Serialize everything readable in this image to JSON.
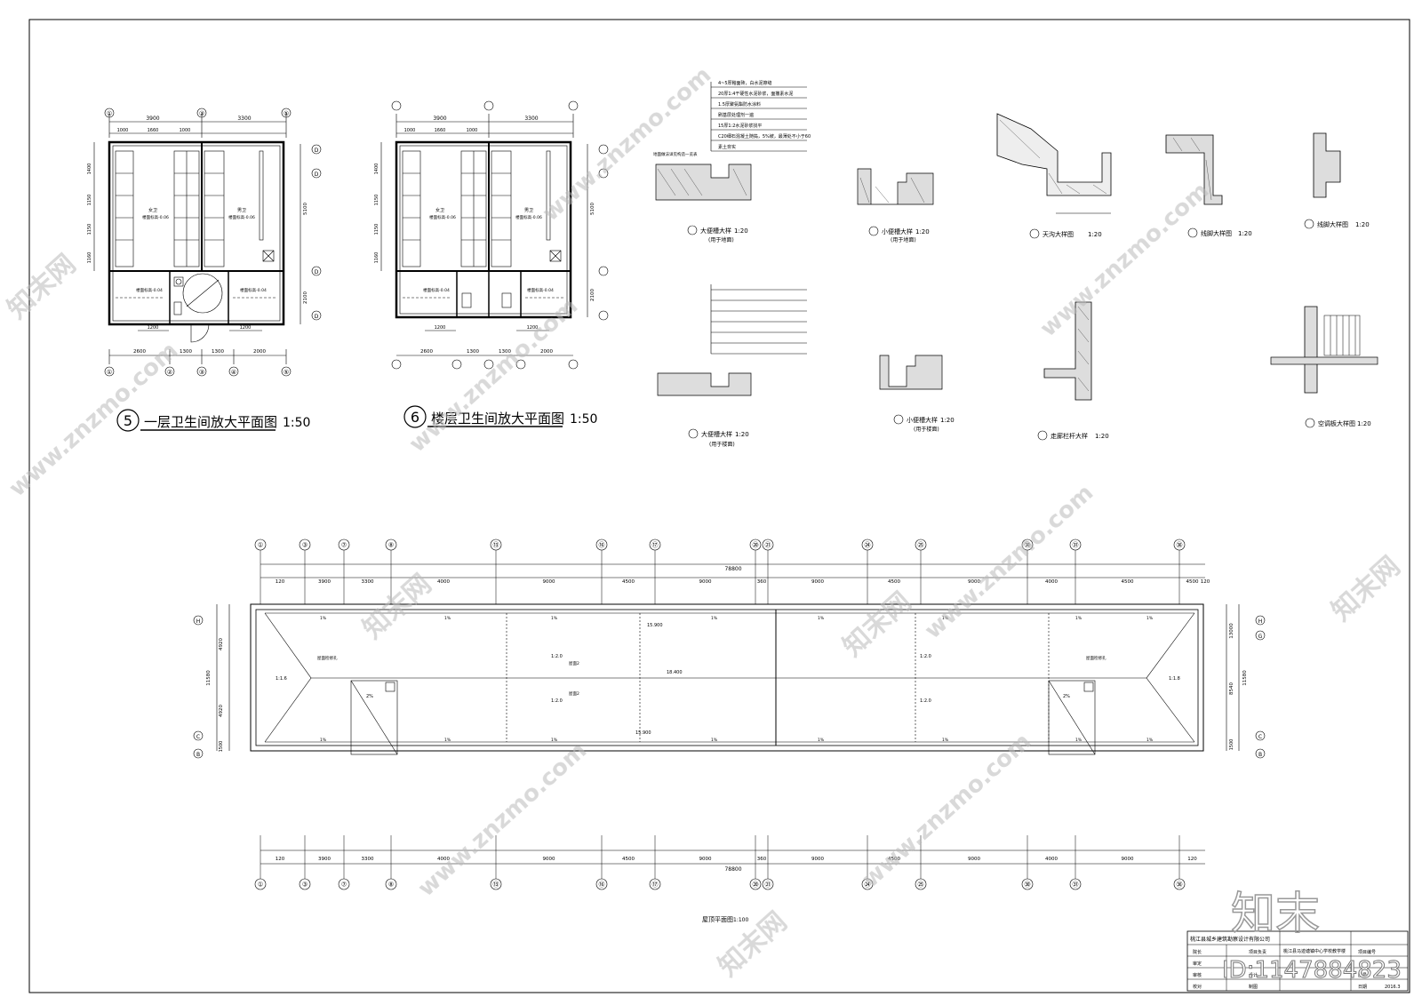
{
  "plans": {
    "plan5": {
      "number": "5",
      "title": "一层卫生间放大平面图",
      "scale": "1:50",
      "grid_top": [
        "①",
        "③",
        "⑤"
      ],
      "grid_bottom": [
        "①",
        "②",
        "③",
        "④",
        "⑤"
      ],
      "grid_right": [
        "D",
        "D",
        "D",
        "D"
      ],
      "dims_top": [
        "3900",
        "3300"
      ],
      "dims_sub": [
        "1000",
        "1660",
        "1000"
      ],
      "dims_bottom": [
        "2600",
        "1300",
        "1300",
        "2000"
      ],
      "dims_left": [
        "1400",
        "1150",
        "1150",
        "1160"
      ],
      "dims_right": [
        "5100",
        "2100"
      ],
      "room_labels": [
        "女卫",
        "男卫"
      ],
      "elev_labels": [
        "楼面标高-0.06",
        "楼面标高-0.06",
        "楼面标高-0.04",
        "楼面标高-0.04"
      ],
      "dim_1200": [
        "1200",
        "1200"
      ]
    },
    "plan6": {
      "number": "6",
      "title": "楼层卫生间放大平面图",
      "scale": "1:50",
      "dims_top": [
        "3900",
        "3300"
      ],
      "dims_sub": [
        "1000",
        "1660",
        "1000"
      ],
      "dims_bottom": [
        "2600",
        "1300",
        "1300",
        "2000"
      ],
      "dims_left": [
        "1400",
        "1150",
        "1150",
        "1160"
      ],
      "dims_right": [
        "5100",
        "2100"
      ],
      "room_labels": [
        "女卫",
        "男卫"
      ],
      "elev_labels": [
        "楼面标高-0.06",
        "楼面标高-0.06",
        "楼面标高-0.04",
        "楼面标高-0.04"
      ],
      "dim_1200": [
        "1200",
        "1200"
      ]
    }
  },
  "details": {
    "d1": {
      "title": "大便槽大样",
      "scale": "1:20",
      "note": "(用于地面)",
      "layers": [
        "4~5厚釉面砖，白水泥擦缝",
        "20厚1:4干硬性水泥砂浆，面撒素水泥",
        "1.5厚聚氨酯防水涂料",
        "刷基层处理剂一遍",
        "15厚1:2水泥砂浆找平",
        "C20细石混凝土随捣，5%坡，最薄处不小于60",
        "素土夯实"
      ],
      "label_left": "地面做法详见构造一览表"
    },
    "d2": {
      "title": "小便槽大样",
      "scale": "1:20",
      "note": "(用于地面)"
    },
    "d3": {
      "title": "天沟大样图",
      "scale": "1:20"
    },
    "d4": {
      "title": "线脚大样图",
      "scale": "1:20"
    },
    "d5": {
      "title": "线脚大样图",
      "scale": "1:20"
    },
    "d6": {
      "title": "大便槽大样",
      "scale": "1:20",
      "note": "(用于楼面)"
    },
    "d7": {
      "title": "小便槽大样",
      "scale": "1:20",
      "note": "(用于楼面)"
    },
    "d8": {
      "title": "走廊栏杆大样",
      "scale": "1:20"
    },
    "d9": {
      "title": "空调板大样图",
      "scale": "1:20"
    }
  },
  "roof": {
    "title": "屋顶平面图",
    "scale": "1:100",
    "total": "78800",
    "axes": [
      "①",
      "③",
      "⑦",
      "⑧",
      "⑬",
      "⑯",
      "⑰",
      "⑳",
      "㉑",
      "㉔",
      "㉕",
      "㉚",
      "㉛",
      "㊱"
    ],
    "dims_top": [
      "120",
      "3900",
      "3300",
      "4000",
      "9000",
      "4500",
      "9000",
      "360",
      "9000",
      "4500",
      "9000",
      "4000",
      "4500",
      "4500",
      "120"
    ],
    "dims_bottom": [
      "120",
      "3900",
      "3300",
      "4000",
      "9000",
      "4500",
      "9000",
      "360",
      "9000",
      "4500",
      "9000",
      "4000",
      "9000",
      "120"
    ],
    "left_axes": [
      "H",
      "C",
      "B"
    ],
    "right_axes": [
      "H",
      "G",
      "C",
      "B"
    ],
    "left_dims": [
      "4920",
      "11580",
      "4920",
      "1500"
    ],
    "right_dims": [
      "13000",
      "8540",
      "11580",
      "1500"
    ],
    "elev_center": "18.400",
    "elev_top": "15.900",
    "elev_bottom": "15.900",
    "slope_labels": [
      "1:2.0",
      "1:2.0",
      "1:2.0",
      "1:2.0",
      "1:1.6",
      "1:1.8"
    ],
    "gutter_slopes": [
      "1%",
      "1%",
      "1%",
      "1%",
      "1%",
      "1%",
      "1%",
      "1%"
    ],
    "tile_label": "屋面2",
    "drain_note": "屋面检修孔",
    "stair_label": "2%"
  },
  "titleblock": {
    "company": "桃江县城乡建筑勘察设计有限公司",
    "project": "桃江县马迹塘镇中心学校教学楼",
    "rows": [
      "院长",
      "审定",
      "审核",
      "校对"
    ],
    "mid": [
      "项目负责",
      "设计",
      "制图"
    ],
    "right": [
      "项目编号",
      "图号",
      "日期"
    ],
    "date": "2016.3"
  },
  "watermark": {
    "site": "www.znzmo.com",
    "brand": "知末网",
    "logo": "知末",
    "id_text": "ID:1147884823"
  }
}
